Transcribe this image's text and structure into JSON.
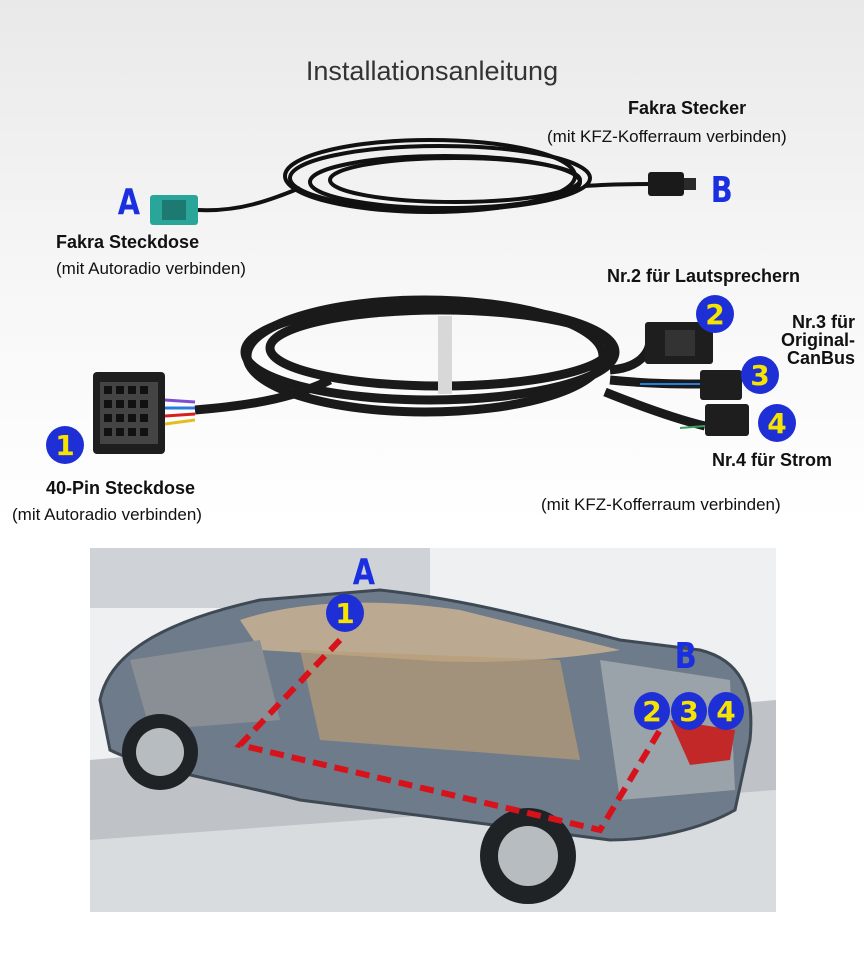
{
  "title": "Installationsanleitung",
  "connector_b": {
    "name": "Fakra Stecker",
    "note": "(mit KFZ-Kofferraum verbinden)",
    "letter": "B"
  },
  "connector_a": {
    "name": "Fakra Steckdose",
    "note": "(mit Autoradio verbinden)",
    "letter": "A"
  },
  "connector_1": {
    "number": "1",
    "name": "40-Pin Steckdose",
    "note": "(mit Autoradio verbinden)"
  },
  "connector_2": {
    "number": "2",
    "name": "Nr.2 für Lautsprechern"
  },
  "connector_3": {
    "number": "3",
    "name_line1": "Nr.3 für",
    "name_line2": "Original-",
    "name_line3": "CanBus"
  },
  "connector_4": {
    "number": "4",
    "name": "Nr.4 für Strom"
  },
  "trunk_note": "(mit KFZ-Kofferraum verbinden)",
  "car_labels": {
    "front_letter": "A",
    "front_number": "1",
    "rear_letter": "B",
    "rear_numbers": [
      "2",
      "3",
      "4"
    ]
  },
  "colors": {
    "label_blue": "#1a2fe0",
    "badge_blue": "#1f2fd6",
    "badge_yellow": "#f5e400",
    "route_red": "#d8121a"
  }
}
